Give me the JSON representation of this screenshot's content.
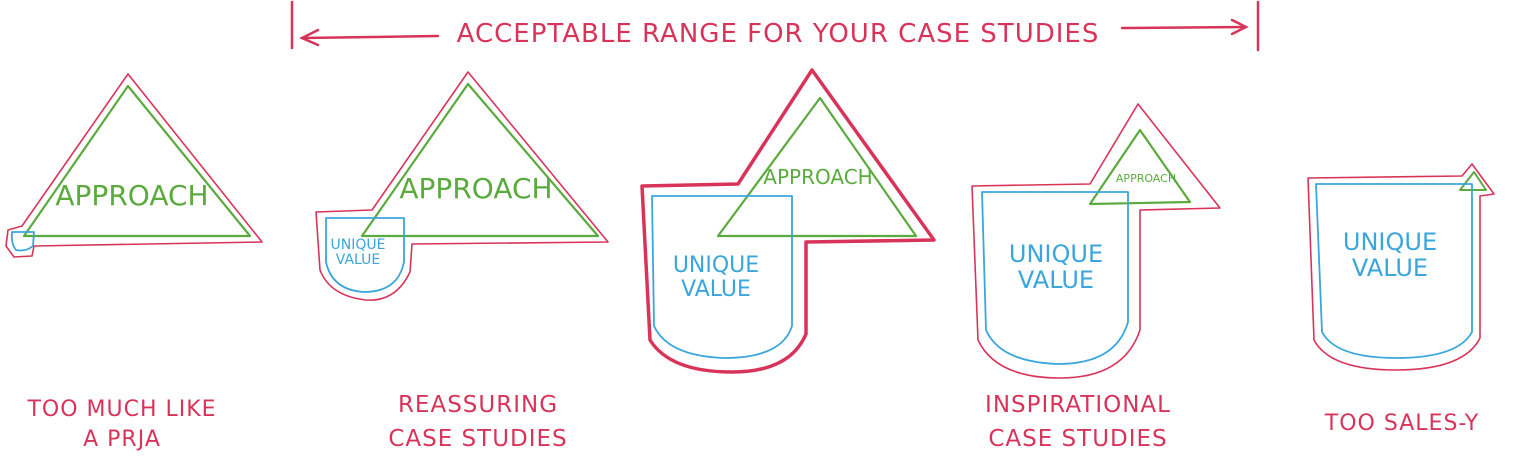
{
  "colors": {
    "red": "#d8345a",
    "green": "#5aaa3e",
    "blue": "#3aa6dc"
  },
  "range_label": "ACCEPTABLE RANGE FOR YOUR CASE STUDIES",
  "shapes": [
    {
      "approach": "APPROACH",
      "unique": "",
      "caption_line1": "TOO MUCH LIKE",
      "caption_line2": "A PRJA"
    },
    {
      "approach": "APPROACH",
      "unique_line1": "UNIQUE",
      "unique_line2": "VALUE",
      "caption_line1": "REASSURING",
      "caption_line2": "CASE STUDIES"
    },
    {
      "approach": "APPROACH",
      "unique_line1": "UNIQUE",
      "unique_line2": "VALUE",
      "caption_line1": "",
      "caption_line2": ""
    },
    {
      "approach": "APPROACH",
      "unique_line1": "UNIQUE",
      "unique_line2": "VALUE",
      "caption_line1": "INSPIRATIONAL",
      "caption_line2": "CASE STUDIES"
    },
    {
      "approach": "",
      "unique_line1": "UNIQUE",
      "unique_line2": "VALUE",
      "caption_line1": "TOO SALES-Y",
      "caption_line2": ""
    }
  ]
}
